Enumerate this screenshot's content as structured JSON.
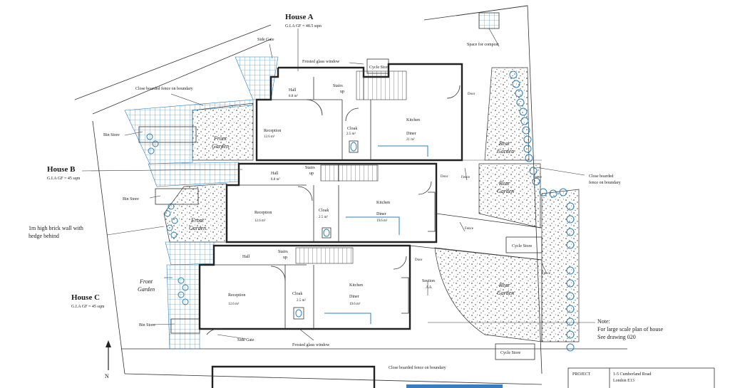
{
  "houses": {
    "a": {
      "title": "House A",
      "gia": "G.I.A GF  =  48.5 sqm"
    },
    "b": {
      "title": "House B",
      "gia": "G.I.A GF = 45 sqm"
    },
    "c": {
      "title": "House C",
      "gia": "G.I.A GF = 45 sqm"
    }
  },
  "rooms": {
    "a_hall": "Hall",
    "a_hall_area": "8.8 m²",
    "a_stairs": "Stairs",
    "a_stairs_up": "up",
    "a_reception": "Reception",
    "a_reception_area": "12.6 m²",
    "a_cloak": "Cloak",
    "a_cloak_area": "2.5 m²",
    "a_kitchen": "Kitchen",
    "a_diner": "Diner",
    "a_diner_area": "21 m²",
    "a_door": "Door",
    "b_hall": "Hall",
    "b_hall_area": "8.8 m²",
    "b_stairs": "Stairs",
    "b_stairs_up": "up",
    "b_reception": "Reception",
    "b_reception_area": "12.6 m²",
    "b_cloak": "Cloak",
    "b_cloak_area": "2.5 m²",
    "b_kitchen": "Kitchen",
    "b_diner": "Diner",
    "b_diner_area": "19.6 m²",
    "b_door": "Door",
    "c_hall": "Hall",
    "c_stairs": "Stairs",
    "c_stairs_up": "up",
    "c_reception": "Reception",
    "c_reception_area": "12.6 m²",
    "c_cloak": "Cloak",
    "c_cloak_area": "2.5 m²",
    "c_kitchen": "Kitchen",
    "c_diner": "Diner",
    "c_diner_area": "19.6 m²",
    "c_door": "Door"
  },
  "site": {
    "side_gate_top": "Side Gate",
    "frosted_top": "Frosted glass window",
    "cycle_store_a": "Cycle Store",
    "compost": "Space for compost",
    "fence_top_left": "Close boarded fence on boundary",
    "bin_store_a": "Bin Store",
    "front_garden_a_1": "Front",
    "front_garden_a_2": "Garden",
    "rear_garden_a_1": "Rear",
    "rear_garden_a_2": "Garden",
    "bin_store_b": "Bin Store",
    "front_garden_b_1": "Front",
    "front_garden_b_2": "Garden",
    "fence_ab": "Fence",
    "fence_ab2": "Fence",
    "rear_garden_b_1": "Rear",
    "rear_garden_b_2": "Garden",
    "fence_right_1": "Close boarded",
    "fence_right_2": "fence on boundary",
    "brick_wall_1": "1m high brick wall with",
    "brick_wall_2": "hedge behind",
    "fence_bc": "Fence",
    "cycle_store_b": "Cycle Store",
    "fence_bc2": "Fence",
    "front_garden_c_1": "Front",
    "front_garden_c_2": "Garden",
    "rear_garden_c_1": "Rear",
    "rear_garden_c_2": "Garden",
    "section_1": "Section",
    "section_2": "AA",
    "bin_store_c": "Bin Store",
    "side_gate_bottom": "Side Gate",
    "frosted_bottom": "Frosted glass window",
    "cycle_store_c": "Cycle Store",
    "fence_bottom": "Close boarded fence on boundary",
    "north": "N"
  },
  "note": {
    "line1": "Note:",
    "line2": "For large scale plan of house",
    "line3": "See drawing 020"
  },
  "title_block": {
    "project_label": "PROJECT",
    "project_line1": "1-5 Cumberland Road",
    "project_line2": "London E13"
  }
}
